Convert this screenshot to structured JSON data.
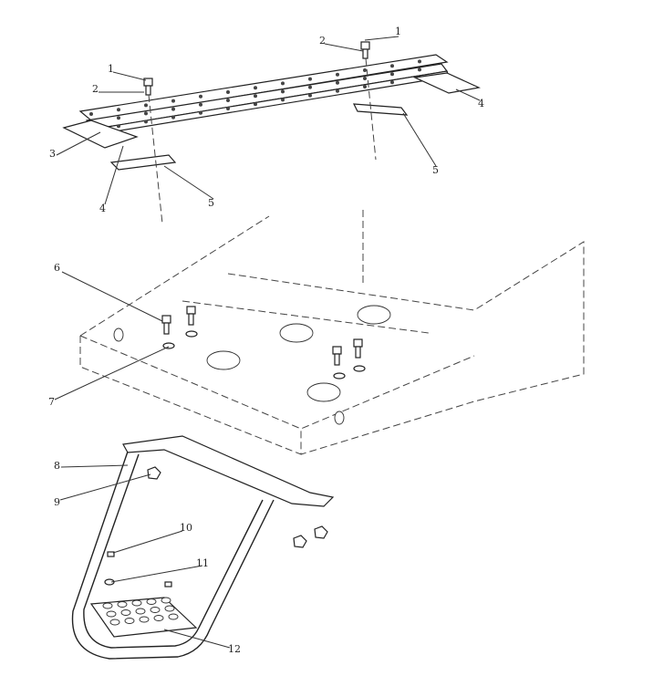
{
  "callouts": [
    {
      "id": "c1a",
      "text": "1"
    },
    {
      "id": "c2a",
      "text": "2"
    },
    {
      "id": "c1b",
      "text": "1"
    },
    {
      "id": "c2b",
      "text": "2"
    },
    {
      "id": "c4a",
      "text": "4"
    },
    {
      "id": "c3",
      "text": "3"
    },
    {
      "id": "c5a",
      "text": "5"
    },
    {
      "id": "c4b",
      "text": "4"
    },
    {
      "id": "c5b",
      "text": "5"
    },
    {
      "id": "c6",
      "text": "6"
    },
    {
      "id": "c7",
      "text": "7"
    },
    {
      "id": "c8",
      "text": "8"
    },
    {
      "id": "c9",
      "text": "9"
    },
    {
      "id": "c10",
      "text": "10"
    },
    {
      "id": "c11",
      "text": "11"
    },
    {
      "id": "c12",
      "text": "12"
    }
  ]
}
